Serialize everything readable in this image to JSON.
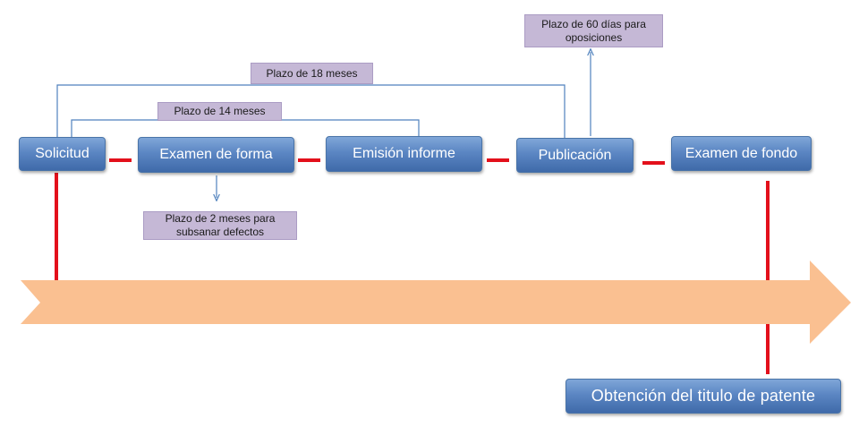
{
  "steps": {
    "solicitud": "Solicitud",
    "examen_forma": "Examen de forma",
    "emision_informe": "Emisión informe",
    "publicacion": "Publicación",
    "examen_fondo": "Examen de fondo",
    "titulo": "Obtención del titulo de patente"
  },
  "notes": {
    "plazo_18": "Plazo de 18 meses",
    "plazo_14": "Plazo de 14 meses",
    "plazo_2_line1": "Plazo de 2 meses para",
    "plazo_2_line2": "subsanar defectos",
    "plazo_60_line1": "Plazo de 60 días para",
    "plazo_60_line2": "oposiciones"
  },
  "colors": {
    "step_blue": "#4f7bbf",
    "note_purple": "#c5b8d6",
    "connector_red": "#e3101b",
    "bracket_blue": "#4f81bd",
    "timeline_orange": "#fac091"
  }
}
